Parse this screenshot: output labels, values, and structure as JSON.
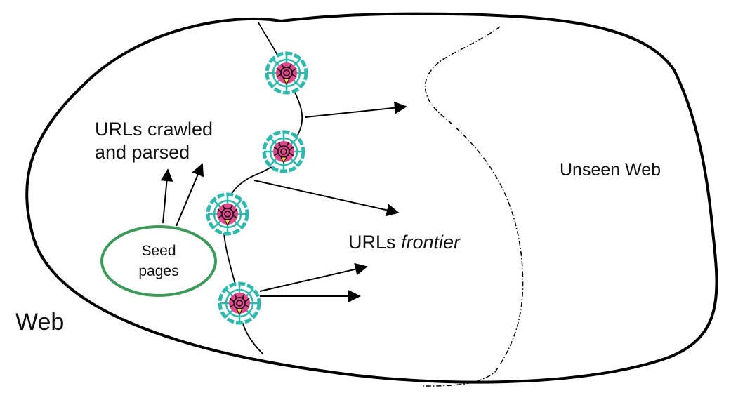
{
  "labels": {
    "crawled_line1": "URLs crawled",
    "crawled_line2": "and parsed",
    "unseen": "Unseen Web",
    "frontier_prefix": "URLs ",
    "frontier_italic": "frontier",
    "web": "Web",
    "seed_line1": "Seed",
    "seed_line2": "pages"
  },
  "colors": {
    "outline": "#000000",
    "seed_ellipse": "#3e9a5a",
    "spider_web": "#2fb8ad",
    "spider_center": "#e0488e"
  },
  "icons": [
    "spider-icon",
    "spider-icon",
    "spider-icon",
    "spider-icon"
  ]
}
